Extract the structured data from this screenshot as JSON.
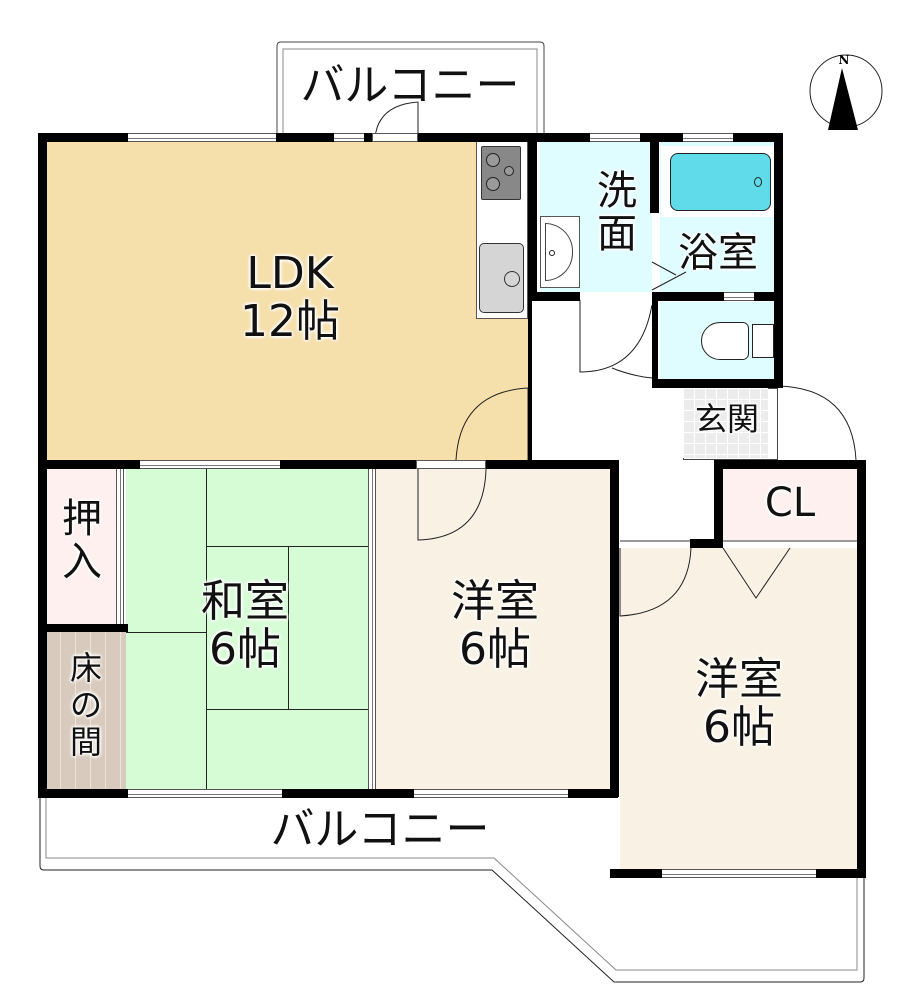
{
  "floorplan": {
    "compass": {
      "label": "N"
    },
    "rooms": {
      "ldk": {
        "name": "LDK",
        "size": "12帖",
        "color": "#f5dfab"
      },
      "washroom": {
        "name_line1": "洗",
        "name_line2": "面",
        "color": "#dffcff"
      },
      "bathroom": {
        "name": "浴室",
        "color": "#dffcff"
      },
      "toilet": {
        "color": "#dffcff"
      },
      "entrance": {
        "name": "玄関",
        "color": "#ececec"
      },
      "closet_cl": {
        "name": "CL",
        "color": "#fdf0ef"
      },
      "oshiire": {
        "name_line1": "押",
        "name_line2": "入",
        "color": "#fdf0ef"
      },
      "tokonoma": {
        "name_line1": "床",
        "name_line2": "の",
        "name_line3": "間",
        "color": "#d8cbbd"
      },
      "washitsu": {
        "name": "和室",
        "size": "6帖",
        "color": "#d6fcd6"
      },
      "yoshitsu_center": {
        "name": "洋室",
        "size": "6帖",
        "color": "#f9f2e4"
      },
      "yoshitsu_right": {
        "name": "洋室",
        "size": "6帖",
        "color": "#f9f2e4"
      }
    },
    "balcony_top": {
      "label": "バルコニー"
    },
    "balcony_bottom": {
      "label": "バルコニー"
    }
  }
}
